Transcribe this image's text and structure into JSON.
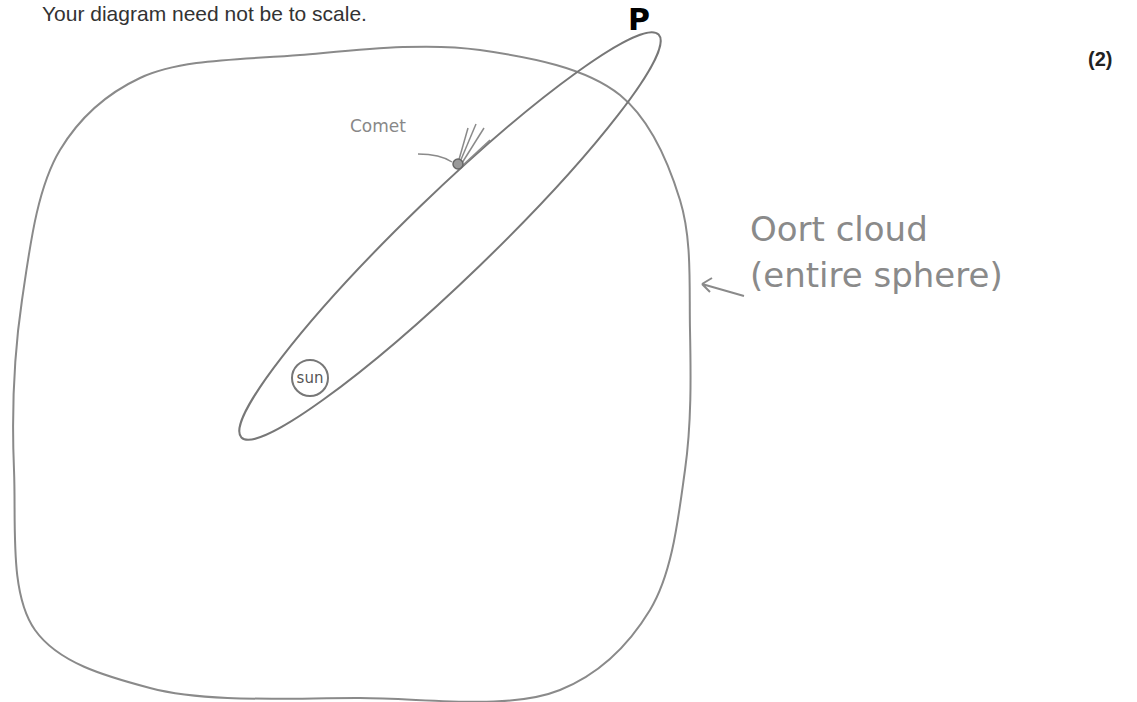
{
  "diagram": {
    "nodes": [
      {
        "text": [
          "sun"
        ]
      }
    ],
    "labels": [
      "Your diagram need not be to scale.",
      "(2)",
      "P",
      "Comet",
      "Oort cloud (entire sphere)"
    ]
  }
}
